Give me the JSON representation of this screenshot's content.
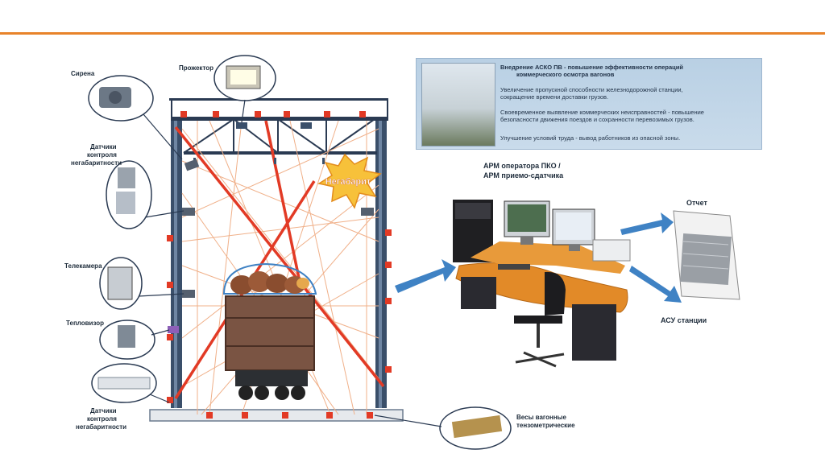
{
  "labels": {
    "sirena": "Сирена",
    "prozhektor": "Прожектор",
    "datchiki_top": [
      "Датчики",
      "контроля",
      "негабаритности"
    ],
    "telekamera": "Телекамера",
    "teplovizor": "Тепловизор",
    "datchiki_bottom": [
      "Датчики",
      "контроля",
      "негабаритности"
    ],
    "negabarit": "Негабарит",
    "vesy": [
      "Весы вагонные",
      "тензометрические"
    ],
    "arm": [
      "АРМ оператора ПКО /",
      "АРМ приемо-сдатчика"
    ],
    "otchet": "Отчет",
    "asu": "АСУ станции"
  },
  "info": {
    "title": [
      "Внедрение АСКО ПВ - повышение эффективности операций",
      "коммерческого осмотра вагонов"
    ],
    "p1": [
      "Увеличение пропускной способности железнодорожной станции,",
      "сокращение времени доставки грузов."
    ],
    "p2": [
      "Своевременное выявление коммерческих неисправностей - повышение",
      "безопасности движения поездов и сохранности перевозимых грузов."
    ],
    "p3": "Улучшение условий труда - вывод работников из опасной зоны."
  },
  "colors": {
    "accent": "#e8832a",
    "frame": "#3a4f6a",
    "beam_red": "#e23a25",
    "beam_light": "#f0b089",
    "info_bg": "#c3d6e8",
    "arrow_blue": "#3f82c4"
  }
}
